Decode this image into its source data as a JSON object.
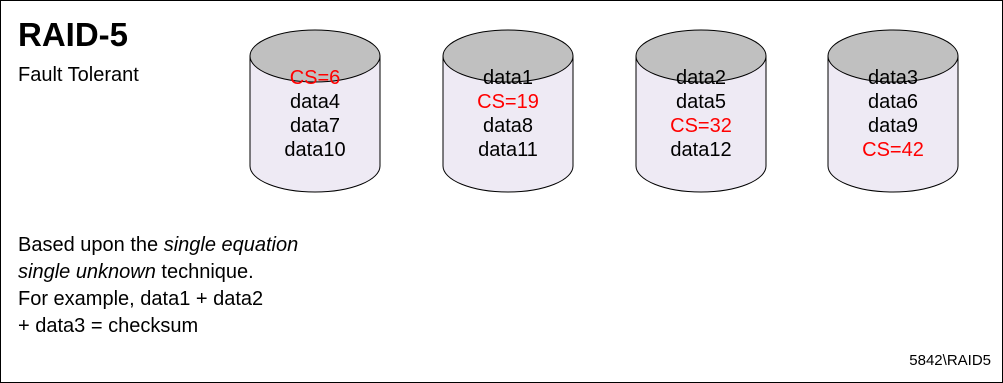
{
  "title": "RAID-5",
  "subtitle": "Fault Tolerant",
  "colors": {
    "body": "#eeeaf4",
    "cap": "#c0c0c0",
    "normal": "#000000",
    "checksum": "#ff0000"
  },
  "disks": [
    {
      "name": "disk-1",
      "items": [
        {
          "text": "CS=6",
          "type": "checksum"
        },
        {
          "text": "data4",
          "type": "data"
        },
        {
          "text": "data7",
          "type": "data"
        },
        {
          "text": "data10",
          "type": "data"
        }
      ]
    },
    {
      "name": "disk-2",
      "items": [
        {
          "text": "data1",
          "type": "data"
        },
        {
          "text": "CS=19",
          "type": "checksum"
        },
        {
          "text": "data8",
          "type": "data"
        },
        {
          "text": "data11",
          "type": "data"
        }
      ]
    },
    {
      "name": "disk-3",
      "items": [
        {
          "text": "data2",
          "type": "data"
        },
        {
          "text": "data5",
          "type": "data"
        },
        {
          "text": "CS=32",
          "type": "checksum"
        },
        {
          "text": "data12",
          "type": "data"
        }
      ]
    },
    {
      "name": "disk-4",
      "items": [
        {
          "text": "data3",
          "type": "data"
        },
        {
          "text": "data6",
          "type": "data"
        },
        {
          "text": "data9",
          "type": "data"
        },
        {
          "text": "CS=42",
          "type": "checksum"
        }
      ]
    }
  ],
  "description": {
    "part1": "Based upon the ",
    "italic1": "single equation",
    "italic2": "single unknown",
    "part2": " technique.",
    "line3": "For example, data1 + data2",
    "line4": "+ data3 = checksum"
  },
  "footer": "5842\\RAID5"
}
